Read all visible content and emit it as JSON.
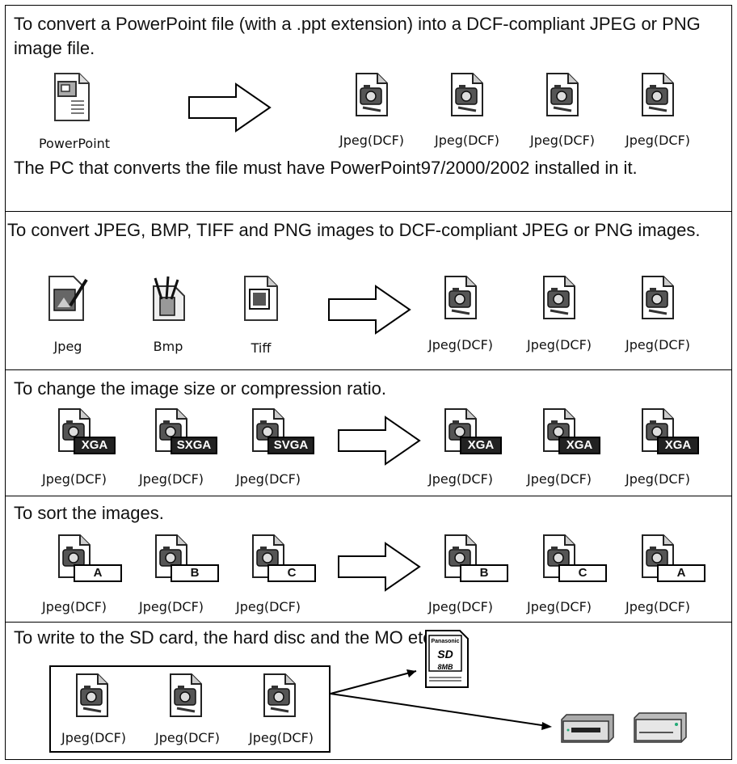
{
  "sections": {
    "ppt": {
      "heading": "To convert a PowerPoint file (with a .ppt extension) into a DCF-compliant JPEG or PNG image file.",
      "source_label": "PowerPoint",
      "outputs": [
        "Jpeg(DCF)",
        "Jpeg(DCF)",
        "Jpeg(DCF)",
        "Jpeg(DCF)"
      ],
      "note": "The PC that converts the file must have PowerPoint97/2000/2002 installed in it."
    },
    "convert": {
      "heading": "To convert JPEG, BMP, TIFF and PNG images to DCF-compliant JPEG or PNG images.",
      "sources": [
        "Jpeg",
        "Bmp",
        "Tiff"
      ],
      "outputs": [
        "Jpeg(DCF)",
        "Jpeg(DCF)",
        "Jpeg(DCF)"
      ]
    },
    "resize": {
      "heading": "To change the image size or compression ratio.",
      "source_tags": [
        "XGA",
        "SXGA",
        "SVGA"
      ],
      "sources": [
        "Jpeg(DCF)",
        "Jpeg(DCF)",
        "Jpeg(DCF)"
      ],
      "output_tags": [
        "XGA",
        "XGA",
        "XGA"
      ],
      "outputs": [
        "Jpeg(DCF)",
        "Jpeg(DCF)",
        "Jpeg(DCF)"
      ]
    },
    "sort": {
      "heading": "To sort the images.",
      "source_tags": [
        "A",
        "B",
        "C"
      ],
      "sources": [
        "Jpeg(DCF)",
        "Jpeg(DCF)",
        "Jpeg(DCF)"
      ],
      "output_tags": [
        "B",
        "C",
        "A"
      ],
      "outputs": [
        "Jpeg(DCF)",
        "Jpeg(DCF)",
        "Jpeg(DCF)"
      ]
    },
    "write": {
      "heading": "To write to the SD card, the hard disc and the MO etc.",
      "files": [
        "Jpeg(DCF)",
        "Jpeg(DCF)",
        "Jpeg(DCF)"
      ],
      "sd_brand": "Panasonic",
      "sd_logo": "SD",
      "sd_capacity": "8MB"
    }
  }
}
